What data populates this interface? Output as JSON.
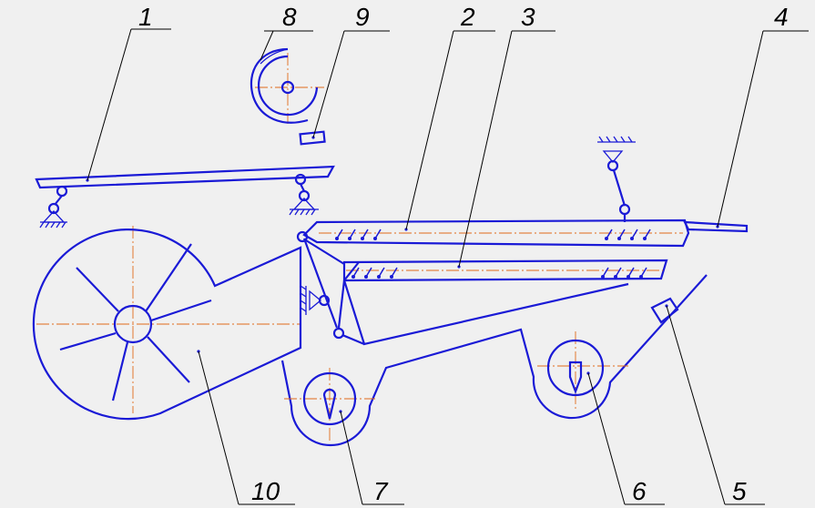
{
  "labels": {
    "l1": "1",
    "l2": "2",
    "l3": "3",
    "l4": "4",
    "l5": "5",
    "l6": "6",
    "l7": "7",
    "l8": "8",
    "l9": "9",
    "l10": "10"
  },
  "colors": {
    "outline": "#1a1ad6",
    "centerline": "#e06a1a",
    "leader": "#000000",
    "background": "#f0f0f0"
  }
}
